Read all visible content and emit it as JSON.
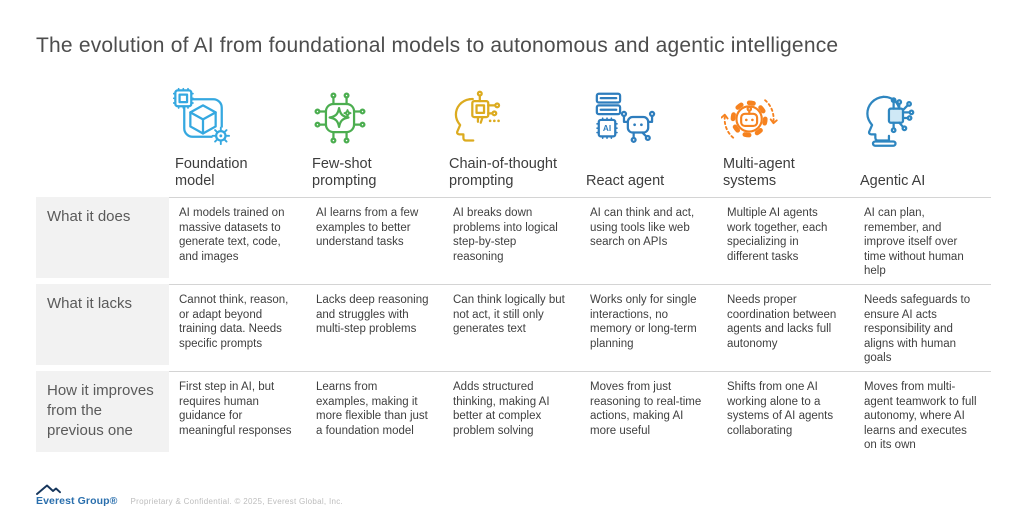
{
  "title": "The evolution of AI from foundational models to autonomous and agentic intelligence",
  "columns": [
    {
      "label": "Foundation model",
      "icon": "foundation-model-icon",
      "color": "#35a8e0"
    },
    {
      "label": "Few-shot prompting",
      "icon": "few-shot-prompting-icon",
      "color": "#4cae50"
    },
    {
      "label": "Chain-of-thought prompting",
      "icon": "chain-of-thought-icon",
      "color": "#dcab1f"
    },
    {
      "label": "React agent",
      "icon": "react-agent-icon",
      "color": "#2e7dbd",
      "chip_label": "AI"
    },
    {
      "label": "Multi-agent systems",
      "icon": "multi-agent-systems-icon",
      "color": "#f6821f"
    },
    {
      "label": "Agentic AI",
      "icon": "agentic-ai-icon",
      "color": "#2e86c0",
      "chip_fill": "#cfe8f6"
    }
  ],
  "rows": [
    {
      "label": "What it does",
      "cells": [
        "AI models trained on massive datasets to generate text, code, and images",
        "AI learns from a few examples to better understand tasks",
        "AI breaks down problems into logical step-by-step reasoning",
        "AI can think and act, using tools like web search on APIs",
        "Multiple AI agents work together, each specializing in different tasks",
        "AI can plan, remember, and improve itself over time without human help"
      ]
    },
    {
      "label": "What it lacks",
      "cells": [
        "Cannot think, reason, or adapt beyond training data. Needs specific prompts",
        "Lacks deep reasoning and struggles with multi-step problems",
        "Can think logically but not act, it still only generates text",
        "Works only for single interactions, no memory or long-term planning",
        "Needs proper coordination between agents and lacks full autonomy",
        "Needs safeguards to ensure AI acts responsibility and aligns with human goals"
      ]
    },
    {
      "label": "How it improves from the previous one",
      "cells": [
        "First step in AI, but requires human guidance for meaningful responses",
        "Learns from examples, making it more flexible than just a foundation model",
        "Adds structured thinking, making AI better at complex problem solving",
        "Moves from just reasoning to real-time actions, making AI more useful",
        "Shifts from one AI working alone to a systems of AI agents collaborating",
        "Moves from multi-agent teamwork to full autonomy, where AI learns and executes on its own"
      ]
    }
  ],
  "footer": {
    "brand": "Everest Group®",
    "legal": "Proprietary & Confidential. © 2025, Everest Global, Inc.",
    "brand_color": "#2a6fad",
    "mountain_color": "#16365c"
  }
}
